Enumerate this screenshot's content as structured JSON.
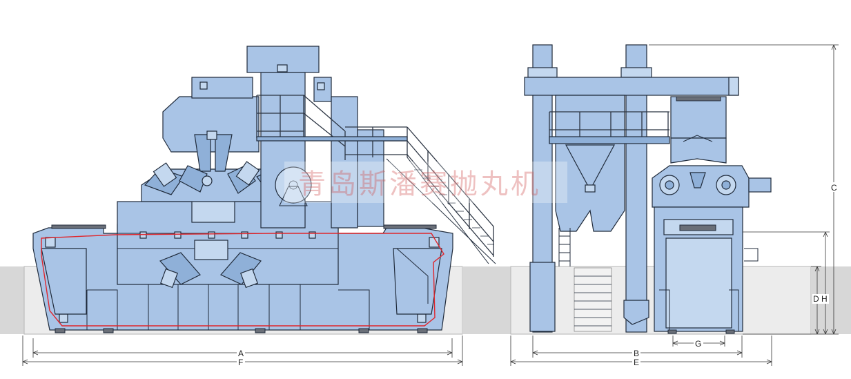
{
  "diagram": {
    "watermark": "青岛斯潘赛抛丸机",
    "dimension_labels": {
      "A": "A",
      "B": "B",
      "C": "C",
      "D": "D",
      "E": "E",
      "F": "F",
      "G": "G",
      "H": "H"
    },
    "colors": {
      "machine": "#a9c4e6",
      "outline": "#1f2a3a",
      "ground": "#d7d7d7",
      "red_path": "#e0262c",
      "watermark": "#d05050"
    },
    "views": [
      "side-view",
      "end-view"
    ]
  }
}
